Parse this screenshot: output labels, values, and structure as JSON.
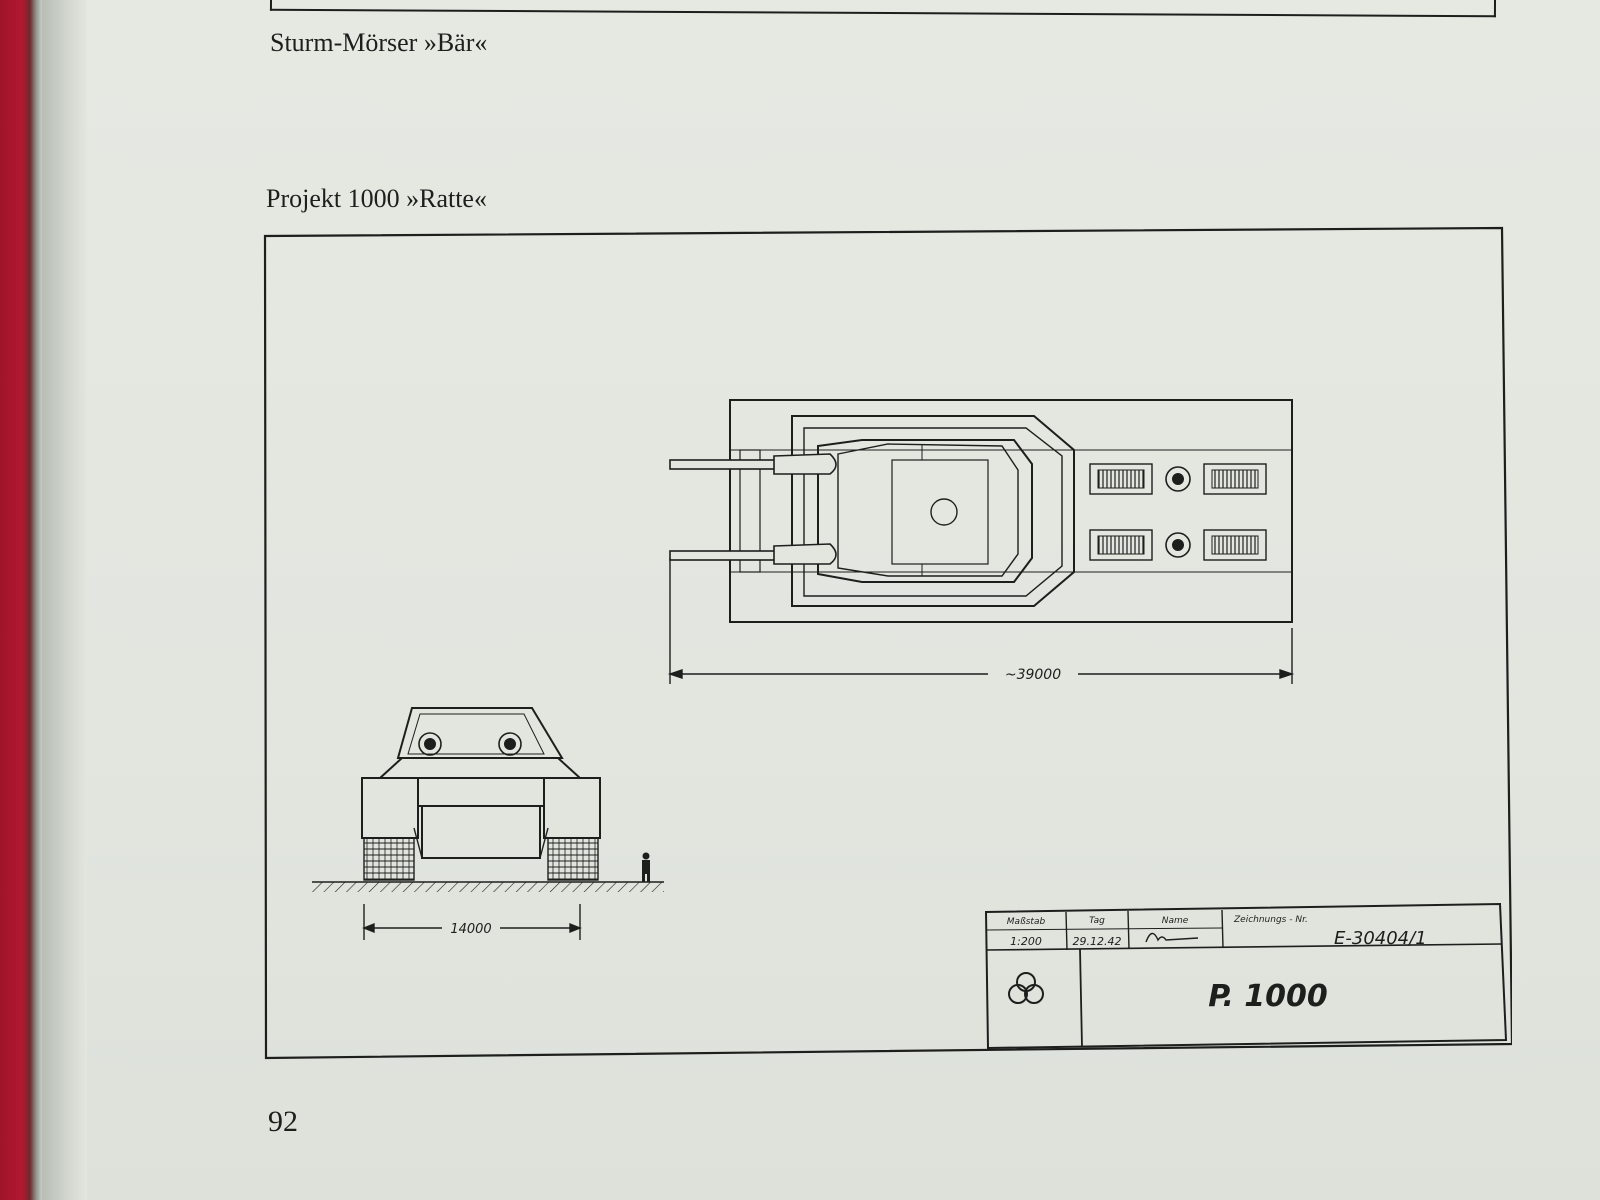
{
  "page": {
    "prev_heading": "Sturm-Mörser »Bär«",
    "heading": "Projekt 1000 »Ratte«",
    "page_number": "92"
  },
  "drawing": {
    "top_view_dimension": "~39000",
    "front_view_dimension": "14000",
    "title_block": {
      "scale_label": "Maßstab",
      "scale_value": "1:200",
      "date_label": "Tag",
      "date_value": "29.12.42",
      "name_label": "Name",
      "drawing_no_label": "Zeichnungs - Nr.",
      "drawing_no_value": "E-30404/1",
      "title": "P. 1000",
      "logo_icon": "three-rings-logo-icon",
      "signature_icon": "signature-icon"
    }
  }
}
